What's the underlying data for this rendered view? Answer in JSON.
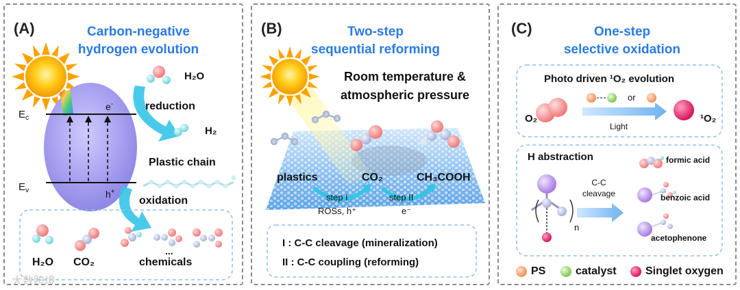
{
  "panel_a": {
    "letter": "(A)",
    "title_line1": "Carbon-negative",
    "title_line2": "hydrogen evolution",
    "h2o_top": "H₂O",
    "reduction": "reduction",
    "ec": "E",
    "ec_sub": "c",
    "e_minus": "e",
    "e_minus_sup": "-",
    "h2": "H₂",
    "plastic_chain": "Plastic chain",
    "ev": "E",
    "ev_sub": "v",
    "h_plus": "h",
    "h_plus_sup": "+",
    "oxidation": "oxidation",
    "h2o_bottom": "H₂O",
    "co2_bottom": "CO₂",
    "ellipsis": "...",
    "chemicals": "chemicals",
    "watermark": "大数跨境"
  },
  "panel_b": {
    "letter": "(B)",
    "title_line1": "Two-step",
    "title_line2": "sequential reforming",
    "condition_line1": "Room temperature &",
    "condition_line2": "atmospheric pressure",
    "plastics": "plastics",
    "co2": "CO₂",
    "ch3cooh": "CH₃COOH",
    "step1": "step I",
    "step1_detail": "ROSs, h⁺",
    "step2": "step II",
    "step2_detail": "e⁻",
    "legend_line1": "I : C-C cleavage (mineralization)",
    "legend_line2": "II : C-C coupling (reforming)"
  },
  "panel_c": {
    "letter": "(C)",
    "title_line1": "One-step",
    "title_line2": "selective oxidation",
    "box1_title": "Photo driven ¹O₂ evolution",
    "or": "or",
    "o2": "O₂",
    "light": "Light",
    "singlet_o2": "¹O₂",
    "h_abstraction": "H abstraction",
    "cc_cleavage_line1": "C-C",
    "cc_cleavage_line2": "cleavage",
    "n": "n",
    "formic_acid": "formic acid",
    "benzoic_acid": "benzoic acid",
    "acetophenone": "acetophenone",
    "legend": [
      {
        "label": "PS",
        "color": "#f4a679"
      },
      {
        "label": "catalyst",
        "color": "#9ed67a"
      },
      {
        "label": "Singlet oxygen",
        "color": "#e8326e"
      }
    ]
  },
  "colors": {
    "title_blue": "#2a7be4",
    "sun": "#f7b500",
    "arrow_cyan": "#35c4e8",
    "semiconductor": "#a9a3ef"
  }
}
